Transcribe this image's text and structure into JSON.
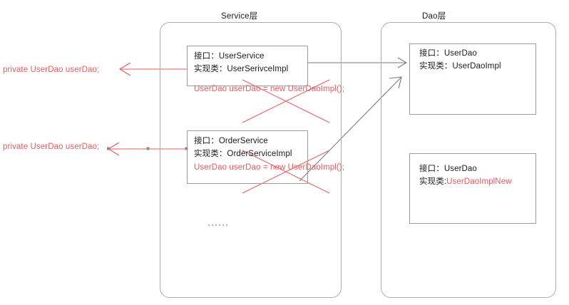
{
  "diagram": {
    "type": "layered-architecture-diagram",
    "background": "#ffffff",
    "colors": {
      "panel_border": "#adadad",
      "box_border": "#9a9a9a",
      "text": "#1a1a1a",
      "accent_red": "#e8595e",
      "arrow_gray": "#7a7a7a"
    },
    "layers": [
      {
        "id": "service",
        "title": "Service层",
        "classes": [
          {
            "id": "user-service",
            "interface_label": "接口：",
            "interface_name": "UserService",
            "impl_label": "实现类：",
            "impl_name": "UserSerivceImpl",
            "code": "UserDao userDao = new UserDaoImpl();",
            "code_struck_out": true
          },
          {
            "id": "order-service",
            "interface_label": "接口：",
            "interface_name": "OrderService",
            "impl_label": "实现类：",
            "impl_name": "OrderServiceImpl",
            "code": "UserDao userDao = new UserDaoImpl();",
            "code_struck_out": true
          }
        ],
        "ellipsis": "······"
      },
      {
        "id": "dao",
        "title": "Dao层",
        "classes": [
          {
            "id": "user-dao",
            "interface_label": "接口：",
            "interface_name": "UserDao",
            "impl_label": "实现类：",
            "impl_name": "UserDaoImpl",
            "impl_is_red": false
          },
          {
            "id": "user-dao-new",
            "interface_label": "接口：",
            "interface_name": "UserDao",
            "impl_label": "实现类:",
            "impl_name": "UserDaoImplNew",
            "impl_is_red": true
          }
        ]
      }
    ],
    "field_annotations": [
      {
        "id": "field-1",
        "text": "private UserDao userDao;"
      },
      {
        "id": "field-2",
        "text": "private UserDao userDao;"
      }
    ],
    "connectors": [
      {
        "id": "service-to-dao-horizontal",
        "style": "solid",
        "color": "#7a7a7a",
        "arrowhead": "open"
      },
      {
        "id": "order-service-to-dao-diagonal",
        "style": "solid",
        "color": "#7a7a7a",
        "arrowhead": "open"
      },
      {
        "id": "user-service-field-arrow",
        "style": "solid",
        "color": "#e8595e",
        "arrowhead": "open"
      },
      {
        "id": "order-service-field-arrow",
        "style": "solid",
        "color": "#e8595e",
        "arrowhead": "open",
        "selected": true
      }
    ],
    "strikethrough_marks": [
      {
        "id": "cross-user-service-code",
        "color": "#e8595e"
      },
      {
        "id": "cross-order-service-code",
        "color": "#e8595e"
      }
    ]
  }
}
